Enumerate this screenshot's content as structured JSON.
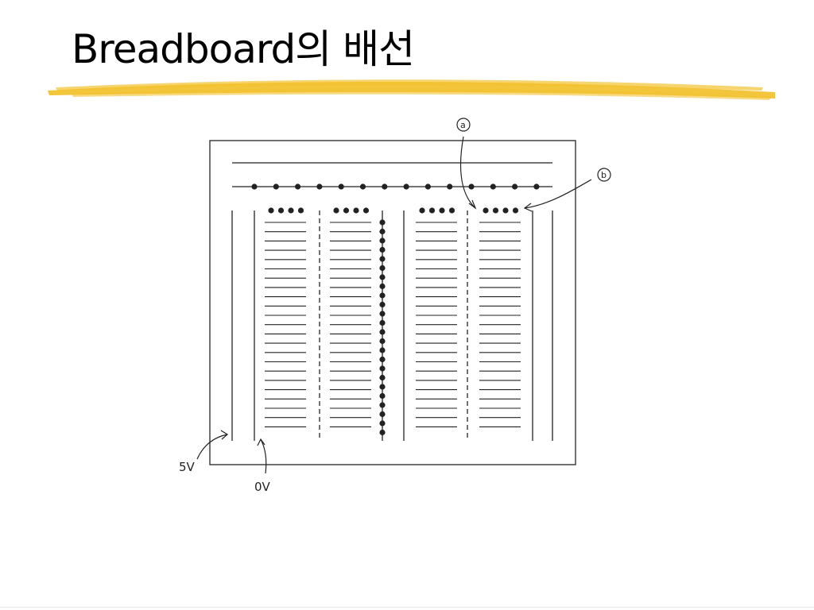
{
  "slide": {
    "title": "Breadboard의 배선",
    "accent_color": "#f2c230"
  },
  "diagram": {
    "labels": {
      "a": "a",
      "b": "b",
      "v5": "5V",
      "v0": "0V"
    }
  }
}
